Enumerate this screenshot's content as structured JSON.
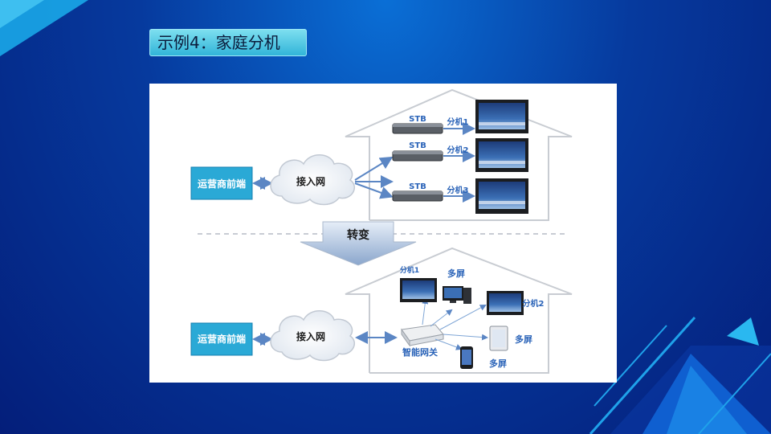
{
  "slide": {
    "title": "示例4：家庭分机"
  },
  "diagram_top": {
    "operator_label": "运营商前端",
    "cloud_label": "接入网",
    "stb_label": "STB",
    "extensions": [
      "分机1",
      "分机2",
      "分机3"
    ]
  },
  "transition": {
    "label": "转变"
  },
  "diagram_bottom": {
    "operator_label": "运营商前端",
    "cloud_label": "接入网",
    "gateway_label": "智能网关",
    "ext1_label": "分机1",
    "ext2_label": "分机2",
    "multi_screen_label": "多屏"
  },
  "colors": {
    "operator_box": "#2aa9d6",
    "arrow": "#5b86c4",
    "label_blue": "#2a63b8"
  }
}
